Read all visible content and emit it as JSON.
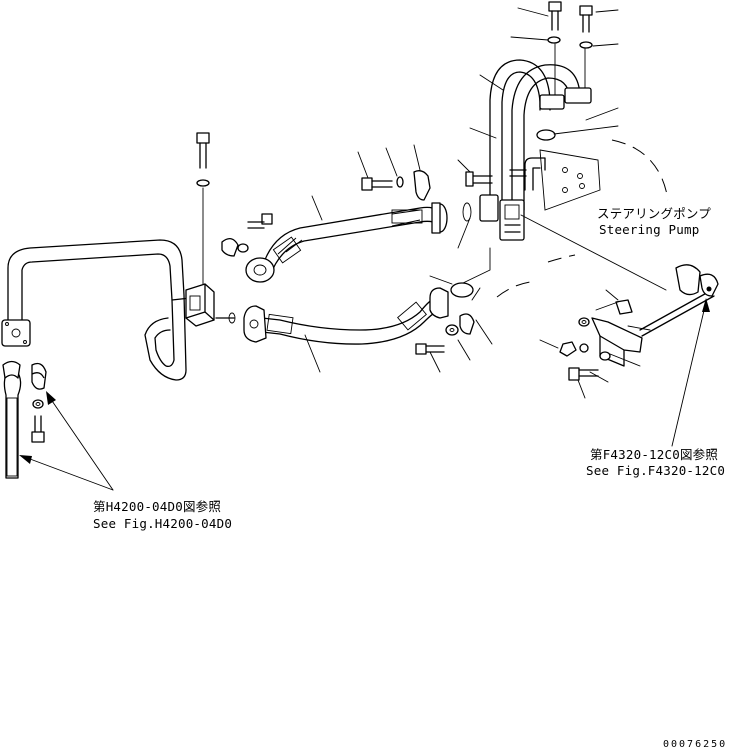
{
  "labels": {
    "steering_pump_ja": "ステアリングポンプ",
    "steering_pump_en": "Steering Pump",
    "ref_f4320_ja": "第F4320-12C0図参照",
    "ref_f4320_en": "See Fig.F4320-12C0",
    "ref_h4200_ja": "第H4200-04D0図参照",
    "ref_h4200_en": "See Fig.H4200-04D0",
    "drawing_number": "00076250"
  }
}
